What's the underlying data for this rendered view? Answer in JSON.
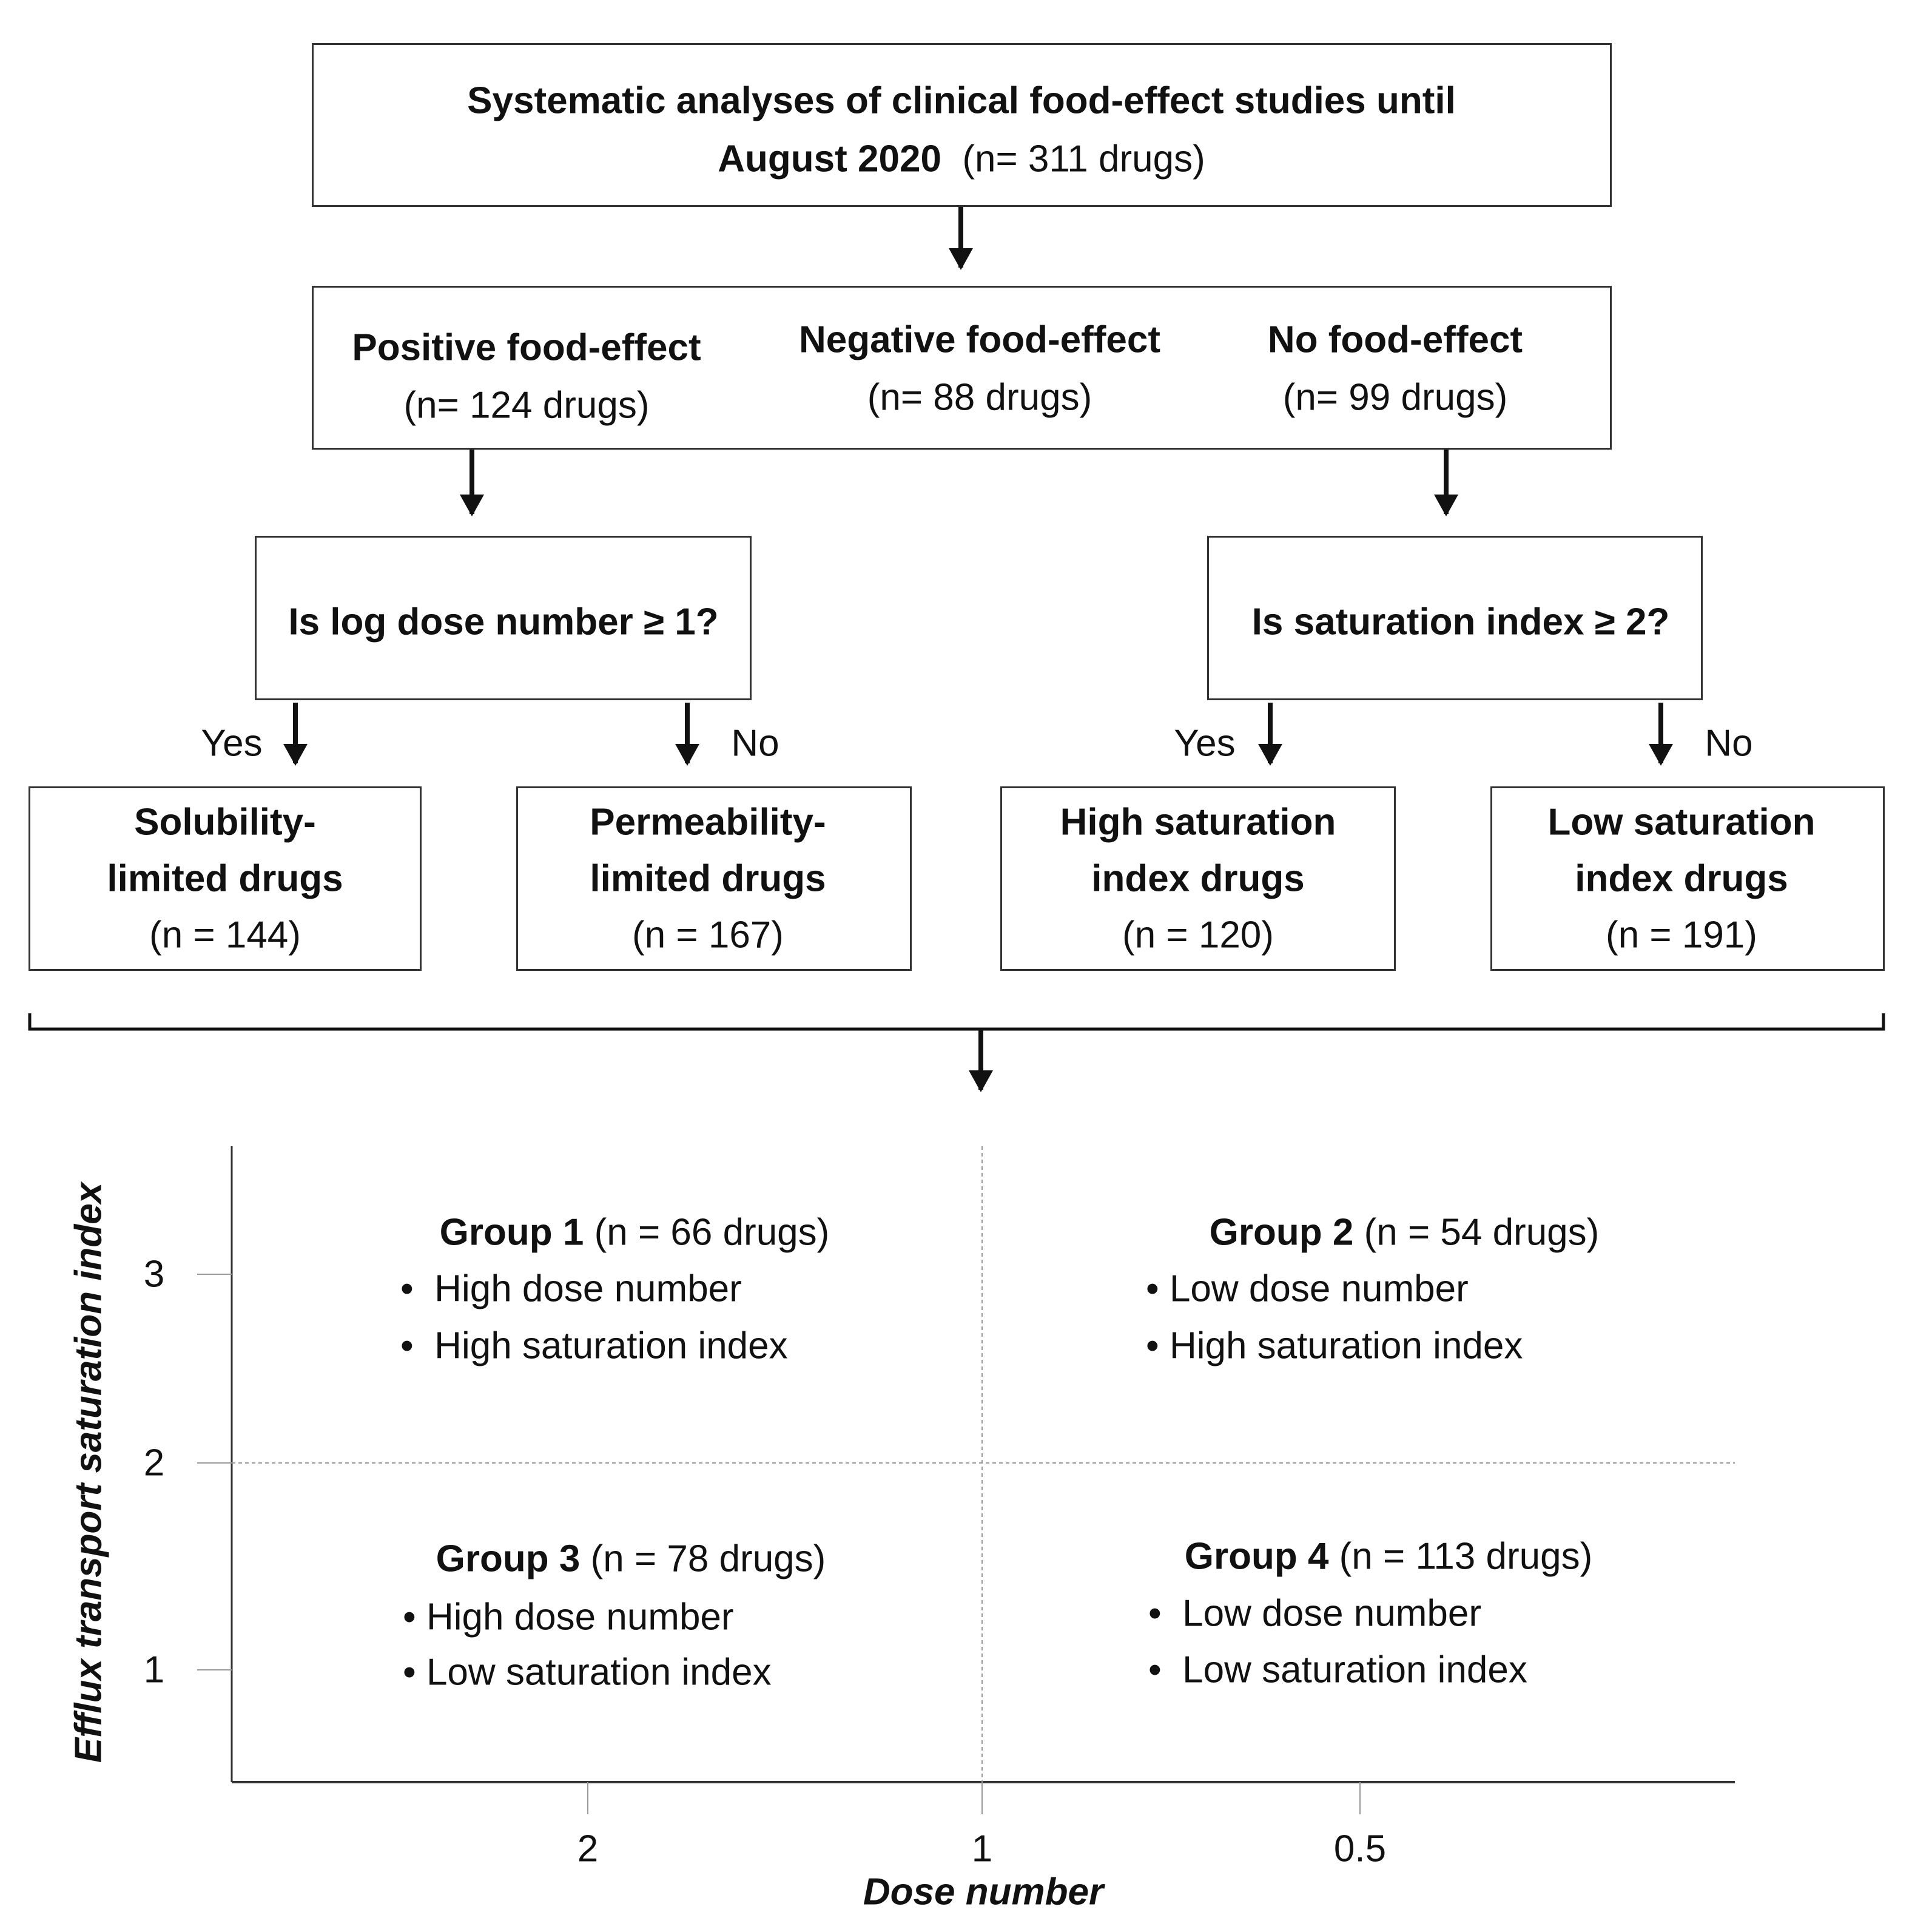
{
  "flow": {
    "top": {
      "bold": "Systematic analyses of clinical food-effect studies until",
      "bold2": "August 2020",
      "count": "(n= 311 drugs)"
    },
    "effects": [
      {
        "label": "Positive food-effect",
        "count": "(n= 124 drugs)"
      },
      {
        "label": "Negative food-effect",
        "count": "(n= 88 drugs)"
      },
      {
        "label": "No food-effect",
        "count": "(n= 99 drugs)"
      }
    ],
    "questions": [
      "Is log dose number ≥ 1?",
      "Is saturation index ≥ 2?"
    ],
    "branch_labels": [
      "Yes",
      "No",
      "Yes",
      "No"
    ],
    "outcomes": [
      {
        "line1": "Solubility-",
        "line2": "limited drugs",
        "count": "(n = 144)"
      },
      {
        "line1": "Permeability-",
        "line2": "limited drugs",
        "count": "(n = 167)"
      },
      {
        "line1": "High saturation",
        "line2": "index drugs",
        "count": "(n = 120)"
      },
      {
        "line1": "Low saturation",
        "line2": "index drugs",
        "count": "(n = 191)"
      }
    ]
  },
  "plot": {
    "xlabel": "Dose number",
    "ylabel": "Efflux transport saturation index",
    "xticks": [
      "2",
      "1",
      "0.5"
    ],
    "yticks": [
      "3",
      "2",
      "1"
    ],
    "x_divider": 1,
    "y_divider": 2,
    "groups": [
      {
        "title": "Group 1",
        "count": "(n = 66 drugs)",
        "bullets": [
          "High dose number",
          "High saturation index"
        ]
      },
      {
        "title": "Group 2",
        "count": "(n = 54 drugs)",
        "bullets": [
          "Low dose number",
          "High saturation index"
        ]
      },
      {
        "title": "Group 3",
        "count": "(n = 78 drugs)",
        "bullets": [
          "High dose number",
          "Low saturation index"
        ]
      },
      {
        "title": "Group 4",
        "count": "(n = 113 drugs)",
        "bullets": [
          "Low dose number",
          "Low saturation index"
        ]
      }
    ]
  }
}
